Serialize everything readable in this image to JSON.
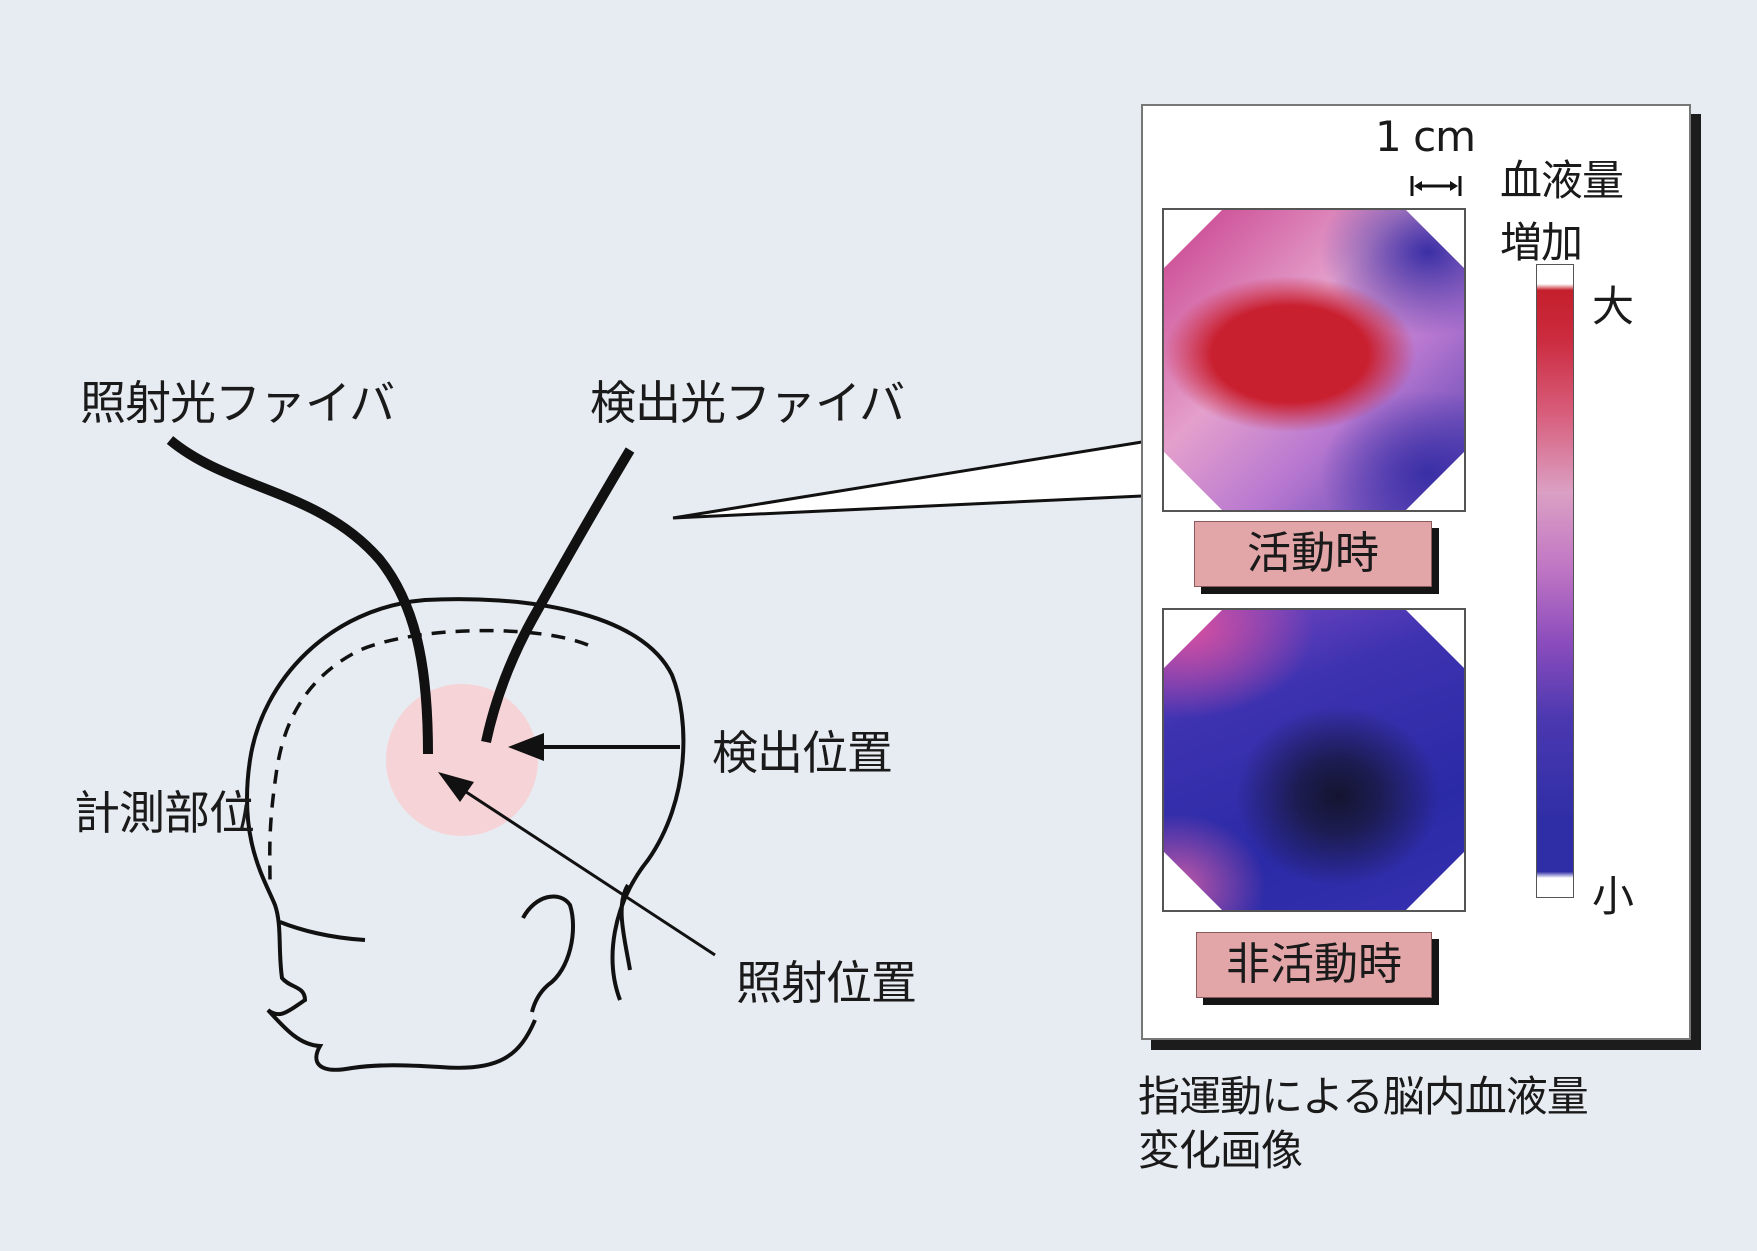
{
  "labels": {
    "illumination_fiber": "照射光ファイバ",
    "detection_fiber": "検出光ファイバ",
    "detection_position": "検出位置",
    "measurement_site": "計測部位",
    "illumination_position": "照射位置"
  },
  "panel": {
    "scale": "1 cm",
    "legend_title_line1": "血液量",
    "legend_title_line2": "増加",
    "legend_max": "大",
    "legend_min": "小",
    "state_active": "活動時",
    "state_rest": "非活動時"
  },
  "caption": {
    "line1": "指運動による脳内血液量",
    "line2": "変化画像"
  },
  "colors": {
    "background": "#e7ebf2",
    "tag_fill": "#e2a5a8",
    "high": "#c41f2c",
    "low": "#2f2ea6",
    "spot": "#f6d3d6"
  }
}
